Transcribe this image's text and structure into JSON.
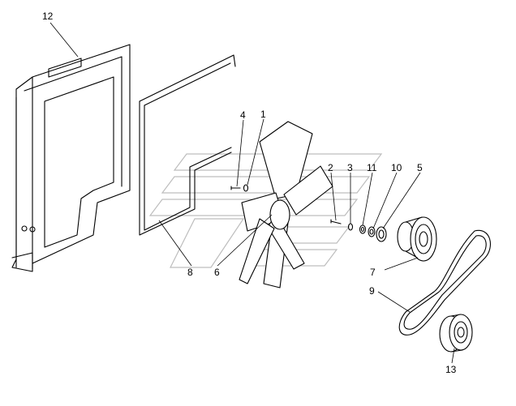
{
  "callouts": {
    "c12": "12",
    "c4": "4",
    "c1": "1",
    "c2": "2",
    "c3": "3",
    "c11": "11",
    "c10": "10",
    "c5": "5",
    "c8": "8",
    "c6": "6",
    "c7": "7",
    "c9": "9",
    "c13": "13"
  }
}
